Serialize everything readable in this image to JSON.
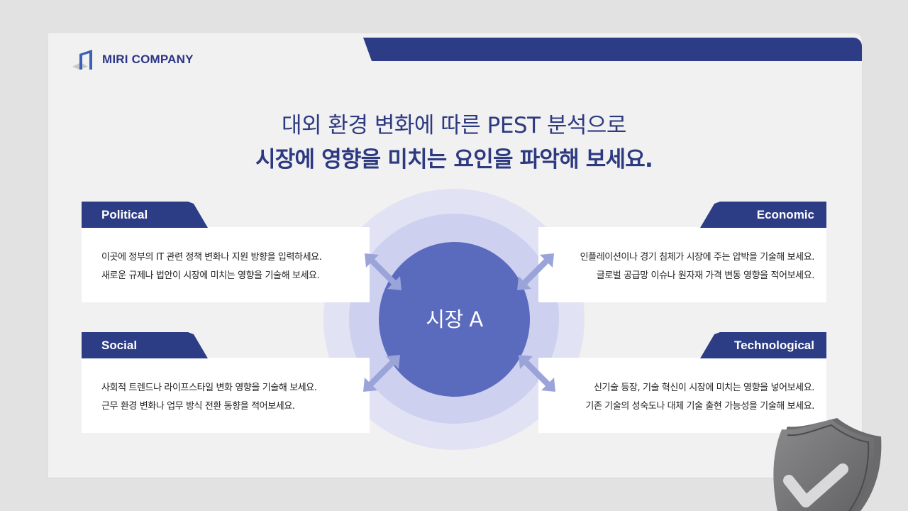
{
  "brand": {
    "name": "MIRI COMPANY",
    "logo_icon": "building-frame-logo-icon",
    "primary_color": "#2d3d85",
    "accent_color": "#5a6bbd"
  },
  "headline": {
    "line1": "대외 환경 변화에 따른 PEST 분석으로",
    "line2": "시장에 영향을 미치는 요인을 파악해 보세요."
  },
  "center": {
    "label": "시장 A"
  },
  "factors": [
    {
      "key": "political",
      "title": "Political",
      "lines": [
        "이곳에 정부의 IT 관련 정책 변화나 지원 방향을 입력하세요.",
        "새로운 규제나 법안이 시장에 미치는 영향을 기술해 보세요."
      ]
    },
    {
      "key": "economic",
      "title": "Economic",
      "lines": [
        "인플레이션이나 경기 침체가 시장에 주는 압박을 기술해 보세요.",
        "글로벌 공급망 이슈나 원자재 가격 변동 영향을 적어보세요."
      ]
    },
    {
      "key": "social",
      "title": "Social",
      "lines": [
        "사회적 트렌드나 라이프스타일 변화 영향을 기술해 보세요.",
        "근무 환경 변화나 업무 방식 전환 동향을 적어보세요."
      ]
    },
    {
      "key": "technological",
      "title": "Technological",
      "lines": [
        "신기술 등장, 기술 혁신이 시장에 미치는 영향을 넣어보세요.",
        "기존 기술의 성숙도나 대체 기술 출현 가능성을 기술해 보세요."
      ]
    }
  ],
  "decoration": {
    "shield_icon": "shield-check-icon"
  }
}
